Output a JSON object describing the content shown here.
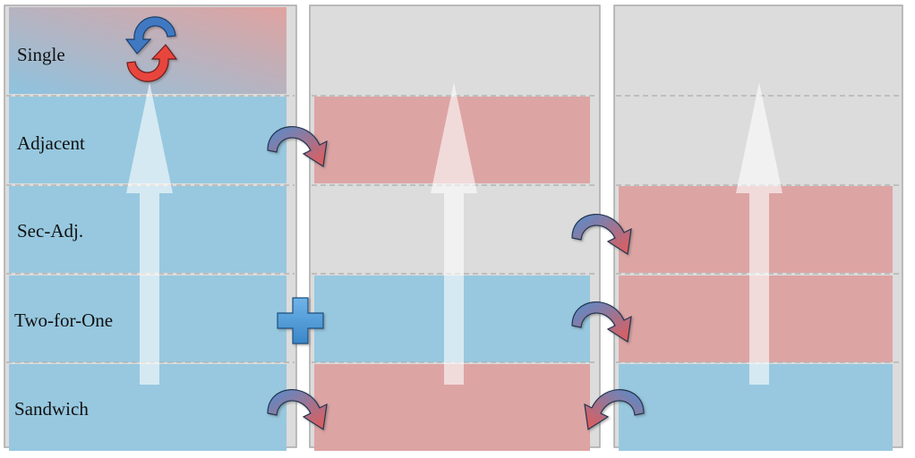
{
  "rows": [
    {
      "label": "Single"
    },
    {
      "label": "Adjacent"
    },
    {
      "label": "Sec-Adj."
    },
    {
      "label": "Two-for-One"
    },
    {
      "label": "Sandwich"
    }
  ],
  "columns": [
    {
      "cells": [
        "gradient",
        "blue",
        "blue",
        "blue",
        "blue"
      ]
    },
    {
      "cells": [
        "none",
        "red",
        "none",
        "blue",
        "red"
      ]
    },
    {
      "cells": [
        "none",
        "none",
        "red",
        "red",
        "blue"
      ]
    }
  ],
  "colors": {
    "panel_bg": "#dcdcdc",
    "panel_border": "#a9a9a9",
    "blue_cell": "#97c8df",
    "red_cell": "#dda4a4",
    "divider": "#b3b3b3",
    "arrow_blue": "#4f8fd2",
    "arrow_red": "#e85a55",
    "plus": "#4a9ad8"
  },
  "icons": {
    "cycle": "cycle-arrows-icon",
    "curved_arrow": "curved-arrow-icon",
    "plus": "plus-icon",
    "up_arrow": "up-arrow-icon"
  }
}
